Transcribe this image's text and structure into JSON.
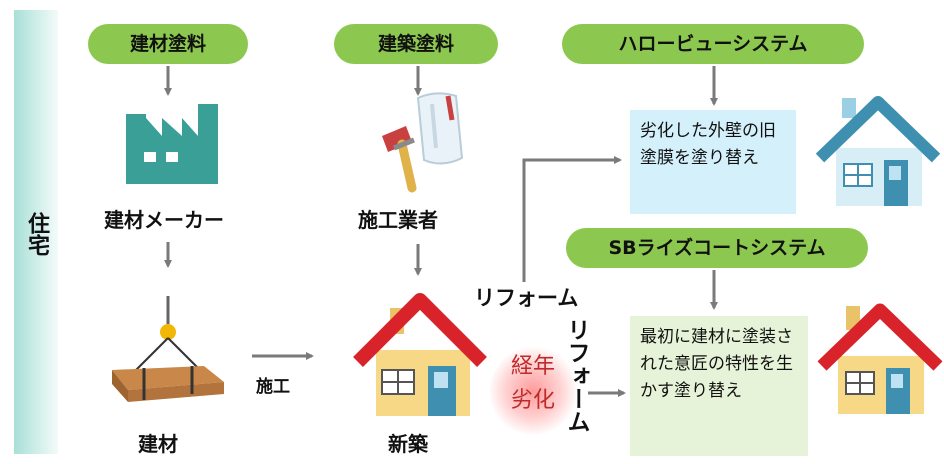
{
  "sidebar": {
    "label": "住宅"
  },
  "pills": {
    "building_material_paint": "建材塗料",
    "architectural_paint": "建築塗料",
    "hello_view": "ハロービューシステム",
    "sb_rise": "SBライズコートシステム"
  },
  "nodes": {
    "manufacturer": "建材メーカー",
    "contractor": "施工業者",
    "material": "建材",
    "new_build": "新築",
    "construction": "施工",
    "reform_horizontal": "リフォーム",
    "reform_vertical": "リフォーム",
    "aging": "経年劣化"
  },
  "boxes": {
    "hello_view_desc": "劣化した外壁の旧塗膜を塗り替え",
    "sb_rise_desc": "最初に建材に塗装された意匠の特性を生かす塗り替え"
  },
  "colors": {
    "pill_green": "#8cc84f",
    "arrow_gray": "#7a7a7a",
    "teal": "#3a9f97",
    "roof_red": "#d9232a",
    "roof_blue": "#3e8fb0",
    "wall_yellow": "#f7d886",
    "box_blue": "#d4f0fb",
    "box_green": "#e6f3d8"
  }
}
